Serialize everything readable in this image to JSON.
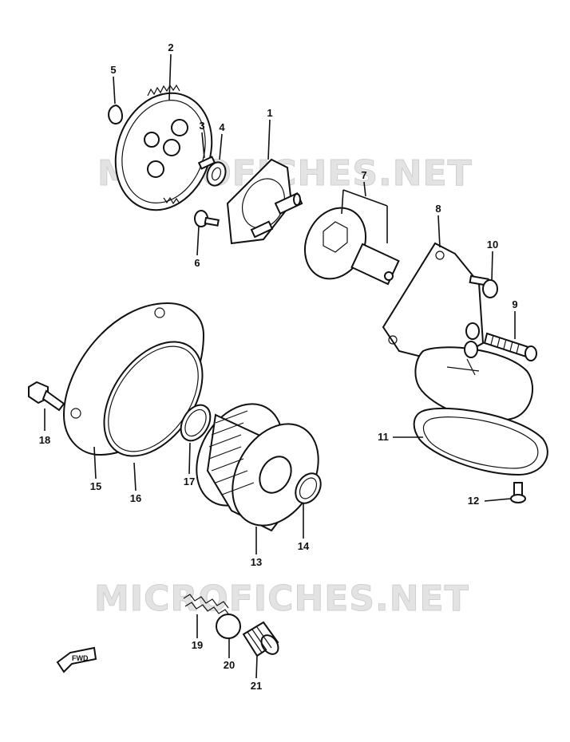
{
  "watermark": {
    "text": "MICROFICHES.NET"
  },
  "fwd_label": "FWD",
  "callouts": [
    {
      "id": "1",
      "text": "1"
    },
    {
      "id": "2",
      "text": "2"
    },
    {
      "id": "3",
      "text": "3"
    },
    {
      "id": "4",
      "text": "4"
    },
    {
      "id": "5",
      "text": "5"
    },
    {
      "id": "6",
      "text": "6"
    },
    {
      "id": "7",
      "text": "7"
    },
    {
      "id": "8",
      "text": "8"
    },
    {
      "id": "9",
      "text": "9"
    },
    {
      "id": "10",
      "text": "10"
    },
    {
      "id": "11",
      "text": "11"
    },
    {
      "id": "12",
      "text": "12"
    },
    {
      "id": "13",
      "text": "13"
    },
    {
      "id": "14",
      "text": "14"
    },
    {
      "id": "15",
      "text": "15"
    },
    {
      "id": "16",
      "text": "16"
    },
    {
      "id": "17",
      "text": "17"
    },
    {
      "id": "18",
      "text": "18"
    },
    {
      "id": "19",
      "text": "19"
    },
    {
      "id": "20",
      "text": "20"
    },
    {
      "id": "21",
      "text": "21"
    }
  ]
}
